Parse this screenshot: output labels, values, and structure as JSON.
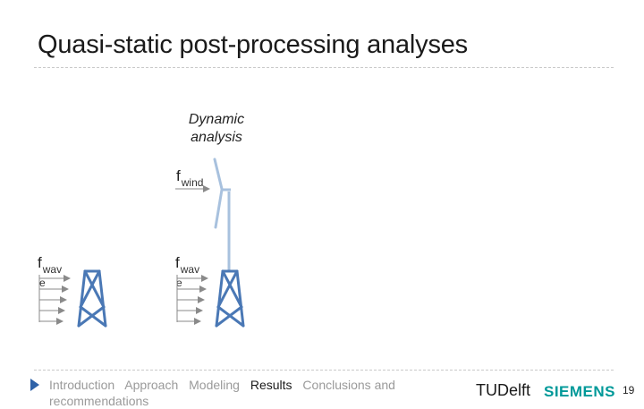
{
  "slide": {
    "title": "Quasi-static post-processing analyses",
    "dynamic_label": "Dynamic analysis",
    "force_wind": {
      "symbol": "f",
      "subscript": "wind"
    },
    "force_wave_left": {
      "symbol": "f",
      "subscript_line1": "wav",
      "subscript_line2": "e"
    },
    "force_wave_right": {
      "symbol": "f",
      "subscript_line1": "wav",
      "subscript_line2": "e"
    }
  },
  "footer": {
    "nav_items": [
      {
        "label": "Introduction",
        "active": false
      },
      {
        "label": "Approach",
        "active": false
      },
      {
        "label": "Modeling",
        "active": false
      },
      {
        "label": "Results",
        "active": true
      },
      {
        "label": "Conclusions and recommendations",
        "active": false
      }
    ],
    "logo_tudelft": "TUDelft",
    "logo_siemens": "SIEMENS",
    "page_number": "19"
  },
  "colors": {
    "structure": "#4a78b5",
    "tower_light": "#a8c1de",
    "nav_marker": "#2f62a8",
    "siemens": "#009999"
  },
  "icons": [
    "nav-arrow-icon",
    "force-arrow-icon",
    "jacket-structure-icon",
    "wind-turbine-icon"
  ]
}
